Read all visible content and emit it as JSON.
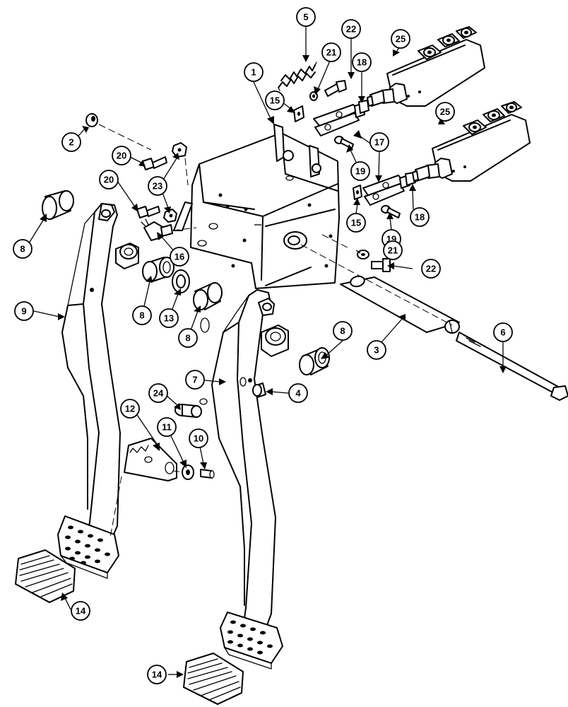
{
  "callouts": [
    {
      "id": "c1",
      "label": "1"
    },
    {
      "id": "c2",
      "label": "2"
    },
    {
      "id": "c3",
      "label": "3"
    },
    {
      "id": "c4",
      "label": "4"
    },
    {
      "id": "c5",
      "label": "5"
    },
    {
      "id": "c6",
      "label": "6"
    },
    {
      "id": "c7",
      "label": "7"
    },
    {
      "id": "c8a",
      "label": "8"
    },
    {
      "id": "c8b",
      "label": "8"
    },
    {
      "id": "c8c",
      "label": "8"
    },
    {
      "id": "c8d",
      "label": "8"
    },
    {
      "id": "c9",
      "label": "9"
    },
    {
      "id": "c10",
      "label": "10"
    },
    {
      "id": "c11",
      "label": "11"
    },
    {
      "id": "c12",
      "label": "12"
    },
    {
      "id": "c13",
      "label": "13"
    },
    {
      "id": "c14a",
      "label": "14"
    },
    {
      "id": "c14b",
      "label": "14"
    },
    {
      "id": "c15a",
      "label": "15"
    },
    {
      "id": "c15b",
      "label": "15"
    },
    {
      "id": "c16",
      "label": "16"
    },
    {
      "id": "c17",
      "label": "17"
    },
    {
      "id": "c18a",
      "label": "18"
    },
    {
      "id": "c18b",
      "label": "18"
    },
    {
      "id": "c19a",
      "label": "19"
    },
    {
      "id": "c19b",
      "label": "19"
    },
    {
      "id": "c20a",
      "label": "20"
    },
    {
      "id": "c20b",
      "label": "20"
    },
    {
      "id": "c21a",
      "label": "21"
    },
    {
      "id": "c21b",
      "label": "21"
    },
    {
      "id": "c22a",
      "label": "22"
    },
    {
      "id": "c22b",
      "label": "22"
    },
    {
      "id": "c23",
      "label": "23"
    },
    {
      "id": "c24",
      "label": "24"
    },
    {
      "id": "c25a",
      "label": "25"
    },
    {
      "id": "c25b",
      "label": "25"
    }
  ]
}
